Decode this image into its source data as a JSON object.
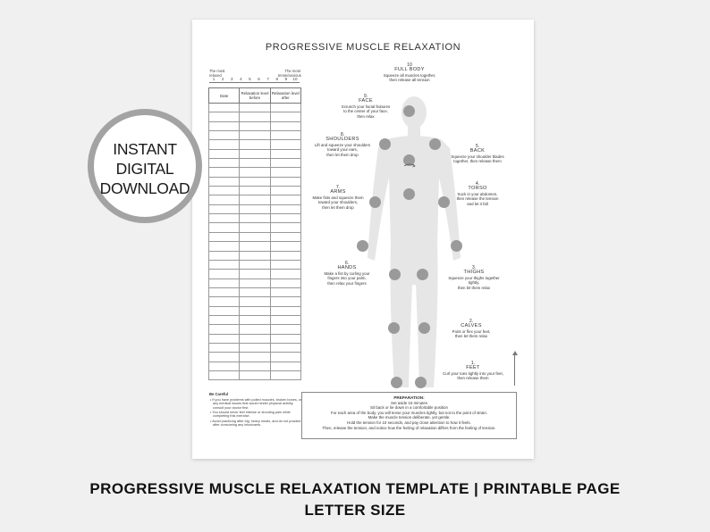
{
  "badge": {
    "line1": "INSTANT",
    "line2": "DIGITAL",
    "line3": "DOWNLOAD"
  },
  "page": {
    "title": "PROGRESSIVE MUSCLE RELAXATION",
    "scale": {
      "left_label_1": "The most",
      "left_label_2": "relaxed",
      "right_label_1": "The most",
      "right_label_2": "tense/anxious",
      "numbers": [
        "1",
        "2",
        "3",
        "4",
        "5",
        "6",
        "7",
        "8",
        "9",
        "10"
      ]
    },
    "table": {
      "headers": [
        "Date",
        "Relaxation level before",
        "Relaxation level after"
      ]
    },
    "careful": {
      "title": "Be Careful",
      "items": [
        "If you have problems with pulled muscles, broken bones, or any medical issues that would hinder physical activity, consult your doctor first.",
        "You should never feel intense or shooting pain while completing this exercise.",
        "Avoid practicing after big, heavy meals, and do not practice after consuming any intoxicants."
      ]
    },
    "steps": {
      "s10": {
        "num": "10",
        "name": "FULL BODY",
        "desc1": "Squeeze all muscles together,",
        "desc2": "then release all tension"
      },
      "s9": {
        "num": "9.",
        "name": "FACE",
        "desc1": "Scrunch your facial features",
        "desc2": "to the center of your face,",
        "desc3": "then relax"
      },
      "s8": {
        "num": "8.",
        "name": "SHOULDERS",
        "desc1": "Lift and squeeze your shoulders",
        "desc2": "toward your ears,",
        "desc3": "then let them drop"
      },
      "s7": {
        "num": "7.",
        "name": "ARMS",
        "desc1": "Make fists and squeeze them",
        "desc2": "toward your shoulders,",
        "desc3": "then let them drop"
      },
      "s6": {
        "num": "6.",
        "name": "HANDS",
        "desc1": "Make a fist by curling your",
        "desc2": "fingers into your palm,",
        "desc3": "then relax your fingers"
      },
      "s5": {
        "num": "5.",
        "name": "BACK",
        "desc1": "Squeeze your shoulder blades",
        "desc2": "together, then release them"
      },
      "s4": {
        "num": "4.",
        "name": "TORSO",
        "desc1": "Suck in your abdomen,",
        "desc2": "then release the tension",
        "desc3": "and let it fall"
      },
      "s3": {
        "num": "3.",
        "name": "THIGHS",
        "desc1": "Squeeze your thighs together",
        "desc2": "tightly,",
        "desc3": "then let them relax"
      },
      "s2": {
        "num": "2.",
        "name": "CALVES",
        "desc1": "Point or flex your feet,",
        "desc2": "then let them relax"
      },
      "s1": {
        "num": "1.",
        "name": "FEET",
        "desc1": "Curl your toes tightly into your feet,",
        "desc2": "then release them"
      }
    },
    "preparation": {
      "title": "PREPARATION:",
      "lines": [
        "Set aside 15 minutes",
        "Sit back or lie down in a comfortable position",
        "For each area of the body, you will tense your muscles tightly, but not to the point of strain.",
        "Make the muscle tension deliberate, yet gentle.",
        "Hold the tension for 10 seconds, and pay close attention to how it feels.",
        "Then, release the tension, and notice how the feeling of relaxation differs from the feeling of tension."
      ]
    }
  },
  "caption": {
    "line1": "PROGRESSIVE MUSCLE RELAXATION TEMPLATE | PRINTABLE PAGE",
    "line2": "LETTER SIZE"
  },
  "colors": {
    "background": "#f0f0f0",
    "badge_ring": "#a3a3a3",
    "dot": "#9a9a9a",
    "silhouette": "#e6e6e6"
  }
}
